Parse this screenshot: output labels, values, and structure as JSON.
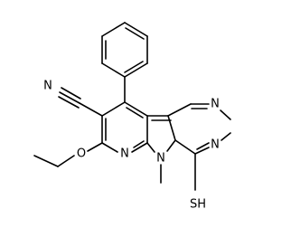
{
  "molecule": {
    "atom_labels": {
      "nitrile_n": "N",
      "pyridine_n": "N",
      "pyrrole_n": "N",
      "pyrimidine_n_top": "N",
      "pyrimidine_n_right": "N",
      "ethoxy_o": "O",
      "thiol": "SH"
    }
  }
}
